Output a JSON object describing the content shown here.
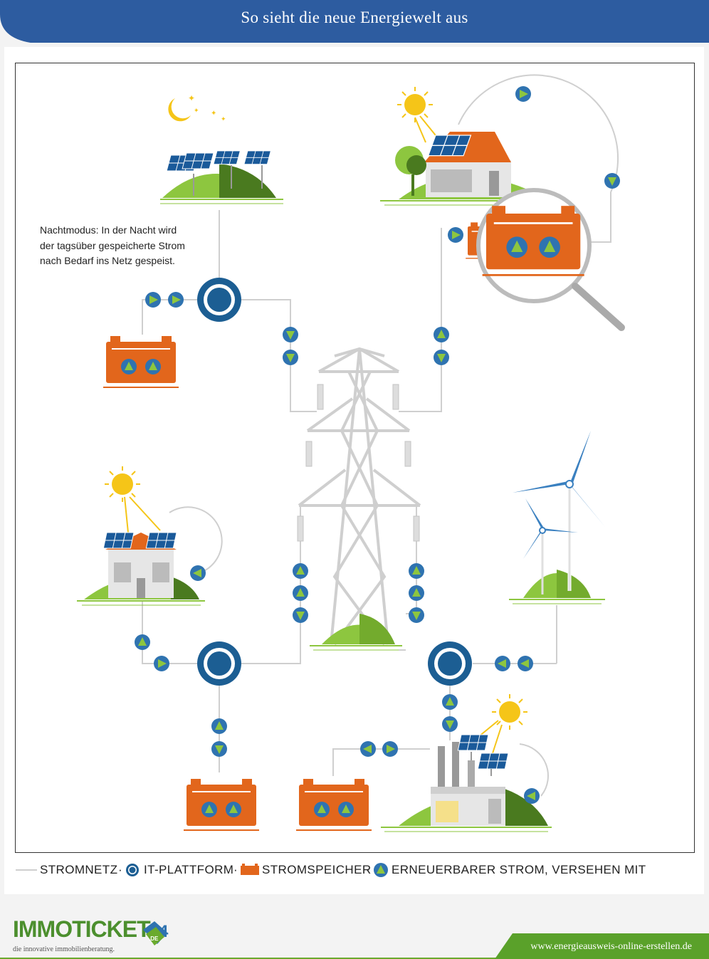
{
  "header": {
    "title": "So sieht die neue Energiewelt aus"
  },
  "note": {
    "lines": [
      "Nachtmodus: In der Nacht wird",
      "der tagsüber gespeicherte Strom",
      "nach Bedarf ins Netz gespeist."
    ]
  },
  "legend": {
    "stromnetz": "STROMNETZ",
    "it_plattform": "IT-PLATTFORM",
    "stromspeicher": "STROMSPEICHER",
    "erneuerbarer": "ERNEUERBARER STROM, VERSEHEN MIT",
    "separator": "·"
  },
  "logo": {
    "name": "IMMOTICKET",
    "number": "24",
    "tld": ".DE",
    "tagline": "die innovative immobilienberatung."
  },
  "footer": {
    "url": "www.energieausweis-online-erstellen.de"
  },
  "colors": {
    "blue": "#2f73b0",
    "navy": "#1c4f8c",
    "orange": "#e2661c",
    "green": "#8dc63f",
    "dark_green": "#4a7a1f",
    "grey_line": "#cccccc",
    "sun": "#f5c518"
  }
}
